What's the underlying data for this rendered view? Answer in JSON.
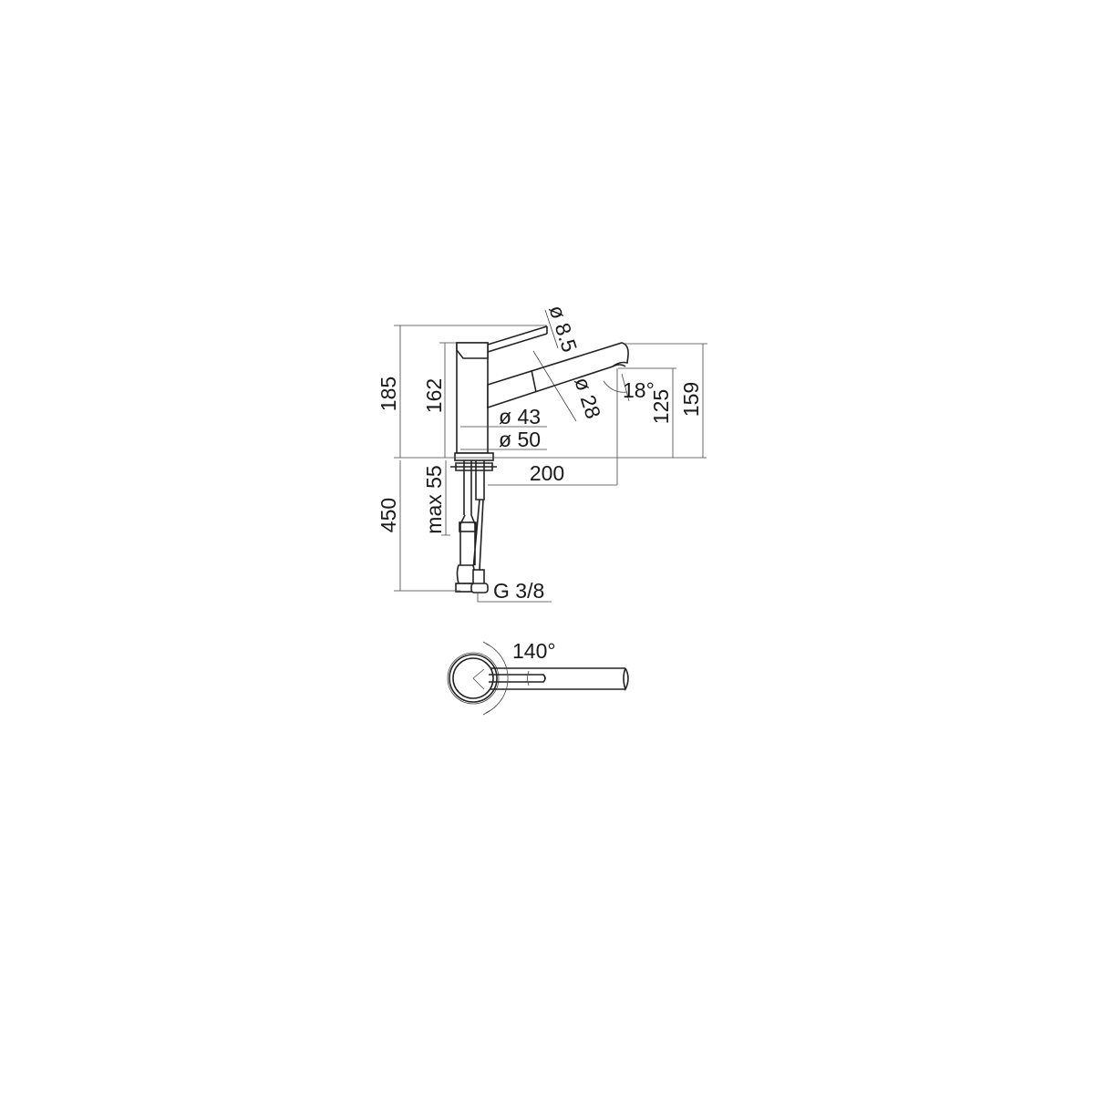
{
  "title": "Faucet technical drawing",
  "side_view": {
    "dimensions": {
      "total_height": "185",
      "body_height": "162",
      "lever_diameter": "ø 8.5",
      "spout_diameter": "ø 28",
      "spout_angle": "18°",
      "outlet_height": "125",
      "spout_height": "159",
      "body_diameter_inner": "ø 43",
      "body_diameter_outer": "ø 50",
      "reach": "200",
      "max_deck_thickness": "max 55",
      "hose_length": "450",
      "connection": "G 3/8"
    }
  },
  "top_view": {
    "rotation_angle": "140°"
  },
  "colors": {
    "line": "#222222",
    "background": "#ffffff"
  }
}
